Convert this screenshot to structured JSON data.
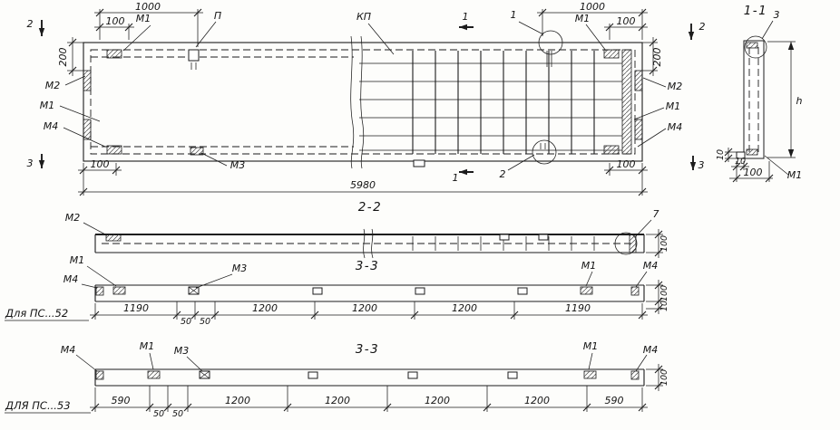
{
  "plan": {
    "dims": {
      "top_left_1000": "1000",
      "top_left_100": "100",
      "top_right_1000": "1000",
      "top_right_100": "100",
      "left_200": "200",
      "right_200": "200",
      "bottom_left_100": "100",
      "bottom_right_100": "100",
      "overall": "5980"
    },
    "labels": {
      "m1_top_left": "М1",
      "p_channel": "П",
      "mesh_kp": "КП",
      "m1_top_right": "М1",
      "m2_left": "М2",
      "m1_left": "М1",
      "m4_left": "М4",
      "m3_bottom": "М3",
      "m2_right": "М2",
      "m1_right": "М1",
      "m4_right": "М4"
    },
    "cuts": {
      "c1_top": "1",
      "c1_detail": "1",
      "c1_bottom": "1",
      "c2_detail": "2",
      "c2_left": "2",
      "c2_right": "2",
      "c3_left": "3",
      "c3_right": "3"
    }
  },
  "section11": {
    "title": "1-1",
    "detail": "3",
    "m1": "М1",
    "dim_h": "h",
    "dim_10_side": "10",
    "dim_10": "10",
    "dim_100": "100"
  },
  "section22": {
    "title": "2-2",
    "detail": "7",
    "m2": "М2",
    "dim_100": "100"
  },
  "section33_52": {
    "title": "3-3",
    "row_label": "Для ПС...52",
    "m1_left": "М1",
    "m4_left": "М4",
    "m3": "М3",
    "m1_right": "М1",
    "m4_right": "М4",
    "segments": [
      "1190",
      "1200",
      "1200",
      "1200",
      "1190"
    ],
    "offsets": [
      "50",
      "50"
    ],
    "dim_100": "100",
    "dim_10": "10"
  },
  "section33_53": {
    "title": "3-3",
    "row_label": "ДЛЯ ПС...53",
    "m4_left": "М4",
    "m1_left": "М1",
    "m3": "М3",
    "m1_right": "М1",
    "m4_right": "М4",
    "segments": [
      "590",
      "1200",
      "1200",
      "1200",
      "1200",
      "590"
    ],
    "offsets": [
      "50",
      "50"
    ],
    "dim_100": "100"
  }
}
